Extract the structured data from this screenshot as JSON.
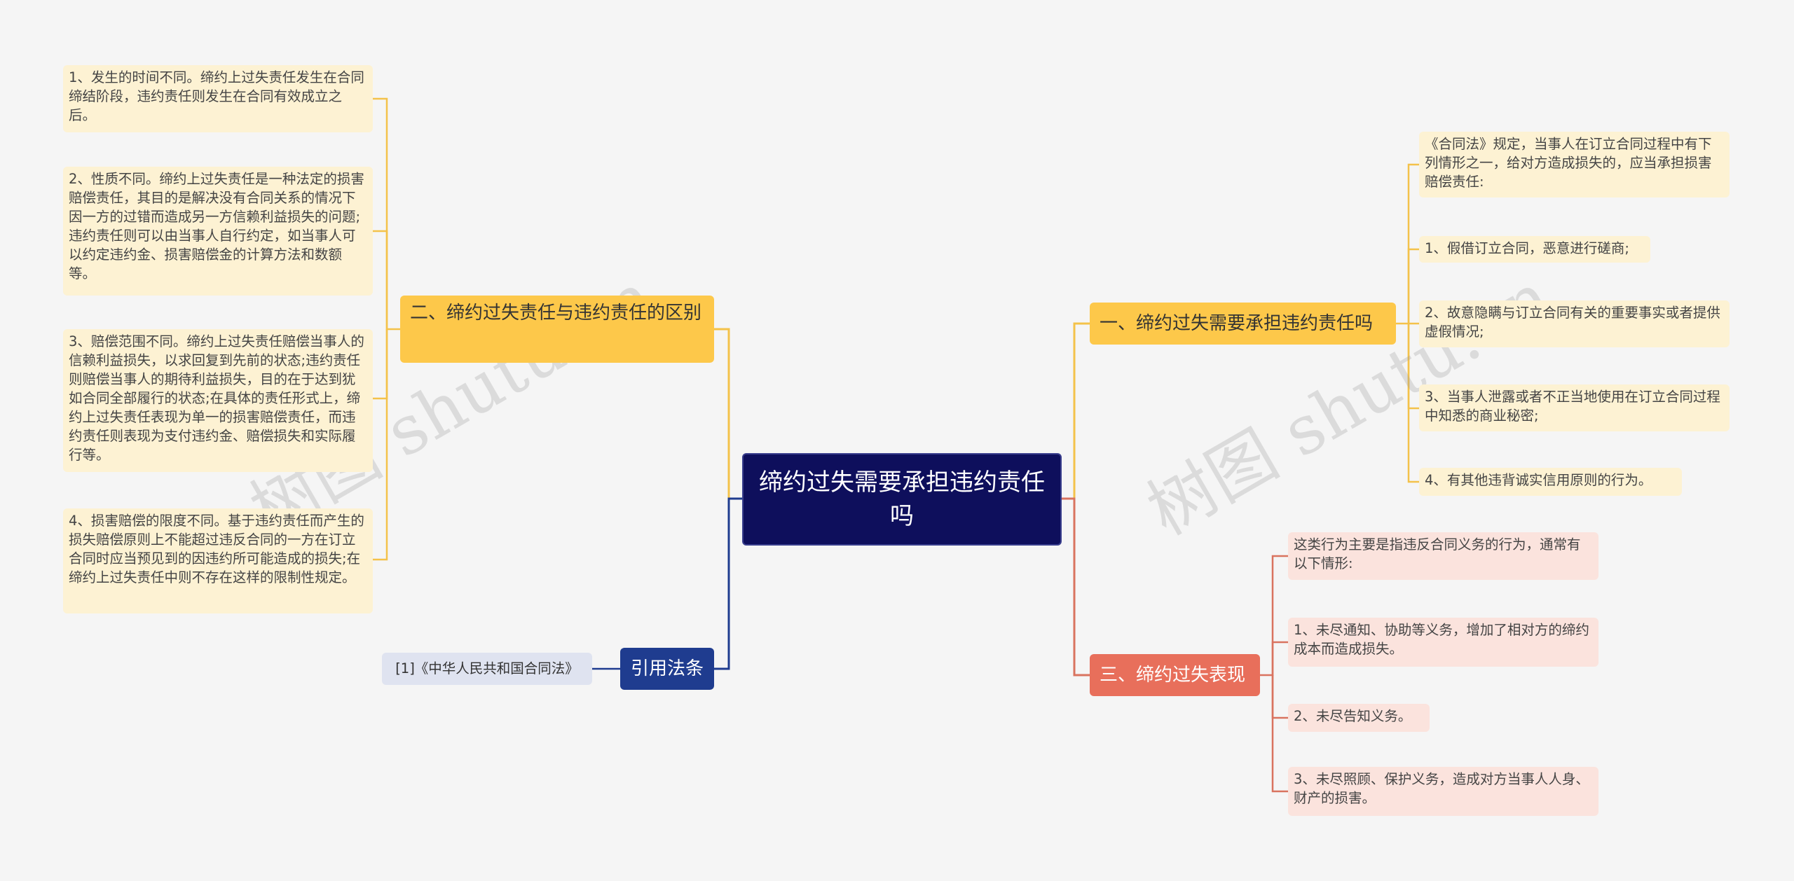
{
  "root": {
    "label": "缔约过失需要承担违约责任吗"
  },
  "branch1": {
    "label": "一、缔约过失需要承担违约责任吗",
    "items": [
      "《合同法》规定，当事人在订立合同过程中有下列情形之一，给对方造成损失的，应当承担损害赔偿责任:",
      "1、假借订立合同，恶意进行磋商;",
      "2、故意隐瞒与订立合同有关的重要事实或者提供虚假情况;",
      "3、当事人泄露或者不正当地使用在订立合同过程中知悉的商业秘密;",
      "4、有其他违背诚实信用原则的行为。"
    ]
  },
  "branch2": {
    "label": "二、缔约过失责任与违约责任的区别",
    "items": [
      "1、发生的时间不同。缔约上过失责任发生在合同缔结阶段，违约责任则发生在合同有效成立之后。",
      "2、性质不同。缔约上过失责任是一种法定的损害赔偿责任，其目的是解决没有合同关系的情况下因一方的过错而造成另一方信赖利益损失的问题;违约责任则可以由当事人自行约定，如当事人可以约定违约金、损害赔偿金的计算方法和数额等。",
      "3、赔偿范围不同。缔约上过失责任赔偿当事人的信赖利益损失，以求回复到先前的状态;违约责任则赔偿当事人的期待利益损失，目的在于达到犹如合同全部履行的状态;在具体的责任形式上，缔约上过失责任表现为单一的损害赔偿责任，而违约责任则表现为支付违约金、赔偿损失和实际履行等。",
      "4、损害赔偿的限度不同。基于违约责任而产生的损失赔偿原则上不能超过违反合同的一方在订立合同时应当预见到的因违约所可能造成的损失;在缔约上过失责任中则不存在这样的限制性规定。"
    ]
  },
  "branch3": {
    "label": "三、缔约过失表现",
    "items": [
      "这类行为主要是指违反合同义务的行为，通常有以下情形:",
      "1、未尽通知、协助等义务，增加了相对方的缔约成本而造成损失。",
      "2、未尽告知义务。",
      "3、未尽照顾、保护义务，造成对方当事人人身、财产的损害。"
    ]
  },
  "branch4": {
    "label": "引用法条",
    "items": [
      "[1]《中华人民共和国合同法》"
    ]
  },
  "watermarks": [
    "树图 shutu.cn",
    "树图 shutu.cn"
  ],
  "colors": {
    "background": "#f5f5f5",
    "root": "#0e0f5c",
    "yellow_branch": "#fdc84a",
    "yellow_leaf": "#fdf2d3",
    "yellow_line": "#f4c24a",
    "red_branch": "#e86f5b",
    "red_leaf": "#fbe3dd",
    "red_line": "#d9735f",
    "blue_branch": "#1f3c8f",
    "blue_leaf": "#dfe3f0",
    "blue_line": "#1f3c8f"
  }
}
